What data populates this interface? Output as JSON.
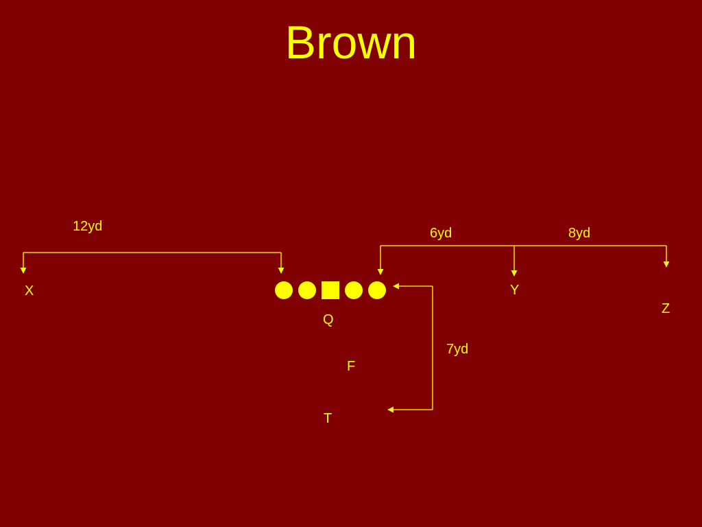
{
  "title": "Brown",
  "colors": {
    "background": "#800000",
    "ink": "#ffff00"
  },
  "players": {
    "x": "X",
    "y": "Y",
    "z": "Z",
    "q": "Q",
    "f": "F",
    "t": "T"
  },
  "formation": {
    "line": [
      {
        "shape": "circle"
      },
      {
        "shape": "circle"
      },
      {
        "shape": "square"
      },
      {
        "shape": "circle"
      },
      {
        "shape": "circle"
      }
    ]
  },
  "distances": {
    "x_split": "12yd",
    "y_split": "6yd",
    "z_split": "8yd",
    "t_depth": "7yd"
  }
}
